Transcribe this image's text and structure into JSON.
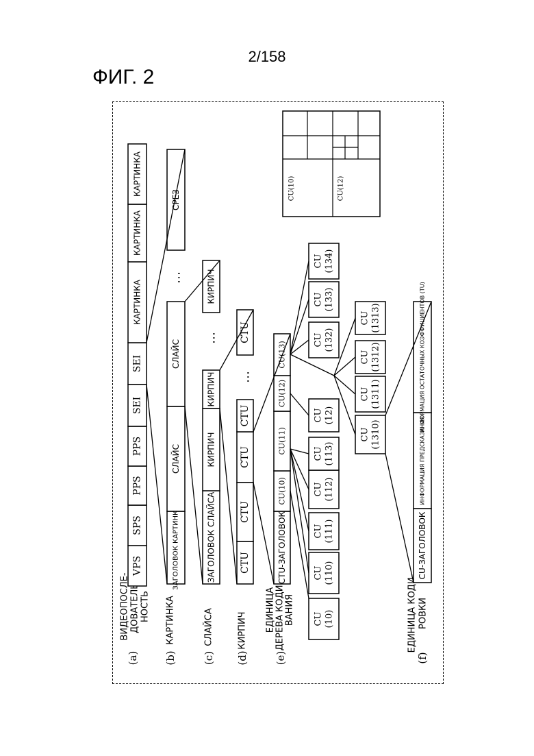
{
  "page_number": "2/158",
  "figure_title": "ФИГ. 2",
  "rows": {
    "a": {
      "marker": "(a)",
      "label_lines": [
        "ВИДЕОПОСЛЕ-",
        "ДОВАТЕЛЬ-",
        "НОСТЬ"
      ],
      "items": [
        "VPS",
        "SPS",
        "PPS",
        "PPS",
        "SEI",
        "SEI",
        "КАРТИНКА",
        "КАРТИНКА",
        "КАРТИНКА"
      ]
    },
    "b": {
      "marker": "(b)",
      "label_lines": [
        "КАРТИНКА"
      ],
      "items": [
        "ЗАГОЛОВОК КАРТИНКИ",
        "СЛАЙС",
        "СЛАЙС",
        "…",
        "СРЕЗ"
      ]
    },
    "c": {
      "marker": "(c)",
      "label_lines": [
        "СЛАЙСА"
      ],
      "items": [
        "ЗАГОЛОВОК СЛАЙСА",
        "КИРПИЧ",
        "КИРПИЧ",
        "…",
        "КИРПИЧ"
      ]
    },
    "d": {
      "marker": "(d)",
      "label_lines": [
        "КИРПИЧ"
      ],
      "items": [
        "CTU",
        "CTU",
        "CTU",
        "CTU",
        "…",
        "CTU"
      ]
    },
    "e": {
      "marker": "(e)",
      "label_lines": [
        "ЕДИНИЦА",
        "ДЕРЕВА КОДИРО-",
        "ВАНИЯ"
      ],
      "items": [
        "CTU-ЗАГОЛОВОК",
        "CU(10)",
        "CU(11)",
        "CU(12)",
        "CU(13)"
      ]
    },
    "f": {
      "marker": "(f)",
      "label_lines": [
        "ЕДИНИЦА КОДИ-",
        "РОВКИ"
      ],
      "items": [
        "CU-ЗАГОЛОВОК",
        "ИНФОРМАЦИЯ ПРЕДСКАЗАНИЯ",
        "ИНФОРМАЦИЯ ОСТАТОЧНЫХ КОЭФФИЦИЕНТОВ (TU)"
      ]
    }
  },
  "tree": {
    "cu10": [
      "CU",
      "(10)"
    ],
    "cu11_children": [
      [
        "CU",
        "(110)"
      ],
      [
        "CU",
        "(111)"
      ],
      [
        "CU",
        "(112)"
      ],
      [
        "CU",
        "(113)"
      ]
    ],
    "cu12": [
      "CU",
      "(12)"
    ],
    "cu13_children": [
      [
        "CU",
        "(132)"
      ],
      [
        "CU",
        "(133)"
      ],
      [
        "CU",
        "(134)"
      ]
    ],
    "cu131_children": [
      [
        "CU",
        "(1310)"
      ],
      [
        "CU",
        "(1311)"
      ],
      [
        "CU",
        "(1312)"
      ],
      [
        "CU",
        "(1313)"
      ]
    ]
  },
  "partition": {
    "labels": [
      "CU(10)",
      "CU(12)"
    ]
  }
}
